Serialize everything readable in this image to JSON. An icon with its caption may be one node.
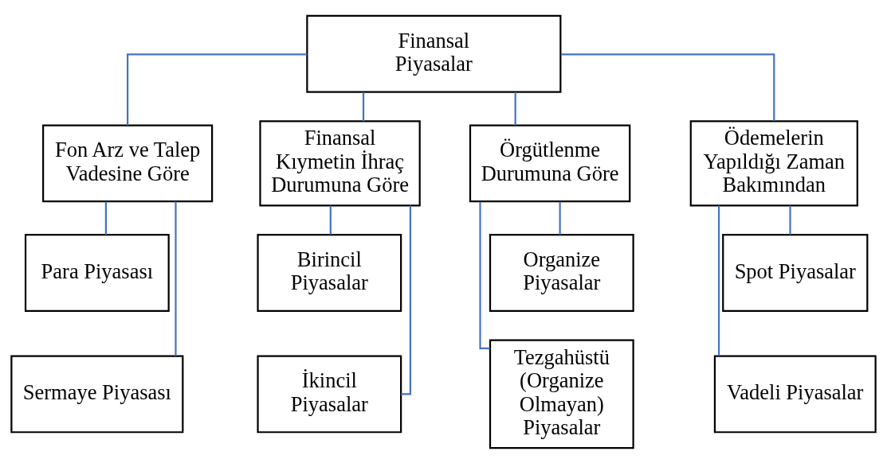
{
  "diagram": {
    "nodes": [
      {
        "text": [
          "Finansal Piyasalar"
        ]
      },
      {
        "text": [
          "Fon Arz ve Talep Vadesine Göre"
        ]
      },
      {
        "text": [
          "Finansal Kıymetin İhraç Durumuna Göre"
        ]
      },
      {
        "text": [
          "Örgütlenme Durumuna Göre"
        ]
      },
      {
        "text": [
          "Ödemelerin Yapıldığı Zaman Bakımından"
        ]
      },
      {
        "text": [
          "Para Piyasası"
        ]
      },
      {
        "text": [
          "Sermaye Piyasası"
        ]
      },
      {
        "text": [
          "Birincil Piyasalar"
        ]
      },
      {
        "text": [
          "İkincil Piyasalar"
        ]
      },
      {
        "text": [
          "Organize Piyasalar"
        ]
      },
      {
        "text": [
          "Tezgahüstü (Organize Olmayan) Piyasalar"
        ]
      },
      {
        "text": [
          "Spot Piyasalar"
        ]
      },
      {
        "text": [
          "Vadeli Piyasalar"
        ]
      }
    ],
    "edges": [
      {
        "from": 0,
        "to": 1,
        "arrow": "none"
      },
      {
        "from": 0,
        "to": 2,
        "arrow": "none"
      },
      {
        "from": 0,
        "to": 3,
        "arrow": "none"
      },
      {
        "from": 0,
        "to": 4,
        "arrow": "none"
      },
      {
        "from": 1,
        "to": 5,
        "arrow": "none"
      },
      {
        "from": 1,
        "to": 6,
        "arrow": "none"
      },
      {
        "from": 2,
        "to": 7,
        "arrow": "none"
      },
      {
        "from": 2,
        "to": 8,
        "arrow": "none"
      },
      {
        "from": 3,
        "to": 9,
        "arrow": "none"
      },
      {
        "from": 3,
        "to": 10,
        "arrow": "none"
      },
      {
        "from": 4,
        "to": 11,
        "arrow": "none"
      },
      {
        "from": 4,
        "to": 12,
        "arrow": "none"
      }
    ]
  }
}
